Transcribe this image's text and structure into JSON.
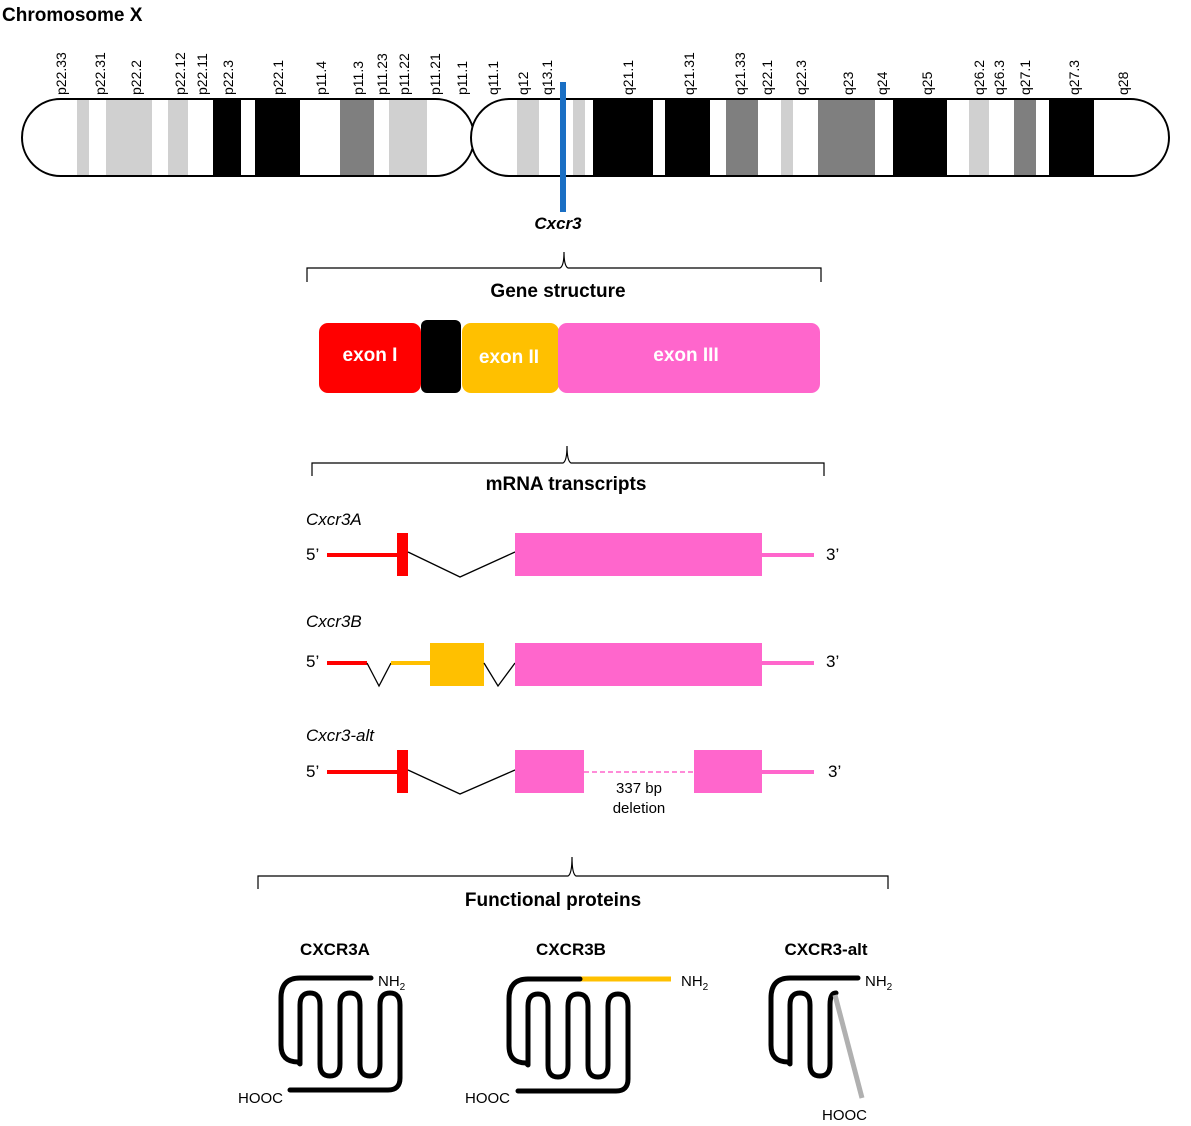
{
  "chromosome": {
    "title": "Chromosome X",
    "band_colors": {
      "black": "#000000",
      "dark": "#7f7f7f",
      "light": "#d0d0d0"
    },
    "band_labels": [
      "p22.33",
      "p22.31",
      "p22.2",
      "p22.12",
      "p22.11",
      "p22.3",
      "p22.1",
      "p11.4",
      "p11.3",
      "p11.23",
      "p11.22",
      "p11.21",
      "p11.1",
      "q11.1",
      "q12",
      "q13.1",
      "q21.1",
      "q21.31",
      "q21.33",
      "q22.1",
      "q22.3",
      "q23",
      "q24",
      "q25",
      "q26.2",
      "q26.3",
      "q27.1",
      "q27.3",
      "q28"
    ],
    "gene_label": "Cxcr3",
    "marker_color": "#1a6fc4"
  },
  "gene_structure": {
    "title": "Gene structure",
    "exons": [
      {
        "label": "exon I",
        "color": "#ff0000"
      },
      {
        "label": "exon II",
        "color": "#ffc000"
      },
      {
        "label": "exon III",
        "color": "#ff66cc"
      }
    ],
    "intron_color": "#000000"
  },
  "transcripts": {
    "title": "mRNA transcripts",
    "five_prime": "5’",
    "three_prime": "3’",
    "items": [
      {
        "name": "Cxcr3A"
      },
      {
        "name": "Cxcr3B"
      },
      {
        "name": "Cxcr3-alt",
        "deletion_line1": "337 bp",
        "deletion_line2": "deletion"
      }
    ]
  },
  "proteins": {
    "title": "Functional proteins",
    "nh2": "NH",
    "nh2_sub": "2",
    "cooh": "HOOC",
    "items": [
      {
        "name": "CXCR3A"
      },
      {
        "name": "CXCR3B"
      },
      {
        "name": "CXCR3-alt"
      }
    ]
  }
}
